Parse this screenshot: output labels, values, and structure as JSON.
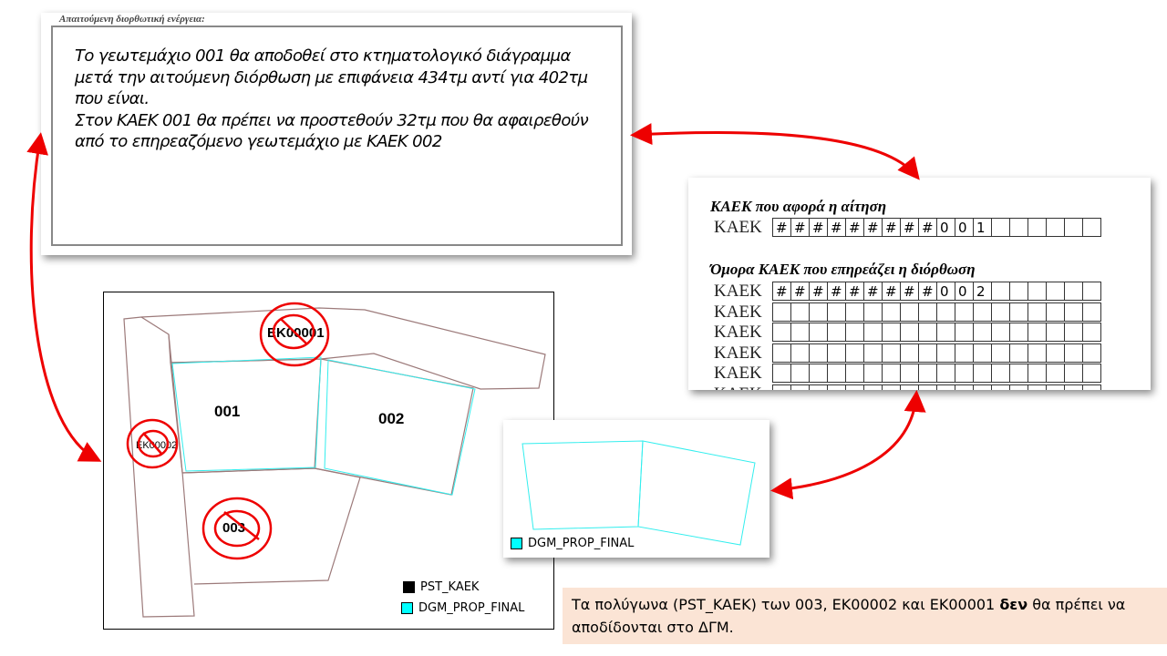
{
  "correction_box": {
    "caption": "Απαιτούμενη διορθωτική ενέργεια:",
    "lines": [
      "Το γεωτεμάχιο  001 θα αποδοθεί στο κτηματολογικό διάγραμμα",
      "μετά την αιτούμενη διόρθωση με επιφάνεια 434τμ αντί για 402τμ",
      "που είναι.",
      "Στον ΚΑΕΚ 001 θα πρέπει να προστεθούν 32τμ που θα αφαιρεθούν",
      "από το επηρεαζόμενο γεωτεμάχιο με ΚΑΕΚ 002"
    ]
  },
  "kaek_form": {
    "heading1": "ΚΑΕΚ που αφορά η αίτηση",
    "heading2": "Όμορα ΚΑΕΚ που επηρεάζει η διόρθωση",
    "row_label": "ΚΑΕΚ",
    "kaek1": [
      "#",
      "#",
      "#",
      "#",
      "#",
      "#",
      "#",
      "#",
      "#",
      "0",
      "0",
      "1",
      "",
      "",
      "",
      "",
      "",
      ""
    ],
    "kaek2": [
      "#",
      "#",
      "#",
      "#",
      "#",
      "#",
      "#",
      "#",
      "#",
      "0",
      "0",
      "2",
      "",
      "",
      "",
      "",
      "",
      ""
    ]
  },
  "map": {
    "parcels": [
      "001",
      "002",
      "003"
    ],
    "excluded": [
      "ΕΚ00001",
      "ΕΚ00002"
    ],
    "legend": [
      "PST_KAEK",
      "DGM_PROP_FINAL"
    ],
    "colors": {
      "pst": "#000000",
      "dgm": "#00ffff"
    }
  },
  "small_map": {
    "legend": "DGM_PROP_FINAL"
  },
  "note": {
    "pre": "Τα πολύγωνα (PST_KAEK) των  003, ΕΚ00002 και ΕΚ00001 ",
    "bold": "δεν",
    "post": " θα πρέπει να αποδίδονται στο ΔΓΜ."
  }
}
